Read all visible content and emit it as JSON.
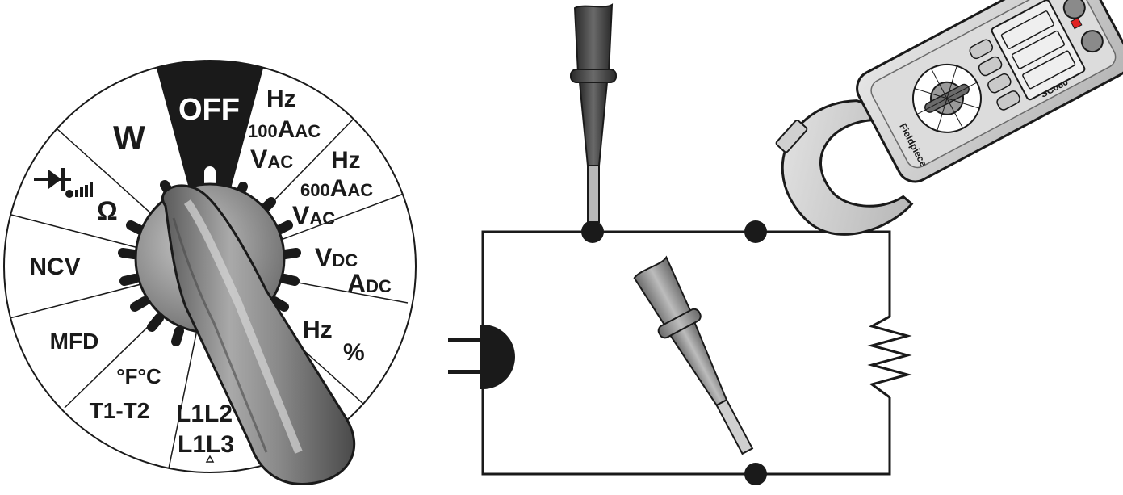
{
  "dial": {
    "off": "OFF",
    "w": "W",
    "hz_100aac_vac": {
      "line1": "Hz",
      "line2_num": "100",
      "line2_a": "A",
      "line2_sub": "AC",
      "line3_v": "V",
      "line3_sub": "AC"
    },
    "hz_600aac_vac": {
      "line1": "Hz",
      "line2_num": "600",
      "line2_a": "A",
      "line2_sub": "AC",
      "line3_v": "V",
      "line3_sub": "AC"
    },
    "diode_ohm": {
      "ohm": "Ω"
    },
    "vdc_adc": {
      "v": "V",
      "v_sub": "DC",
      "a": "A",
      "a_sub": "DC"
    },
    "ncv": "NCV",
    "hz_percent": {
      "hz": "Hz",
      "pct": "%"
    },
    "mfd": "MFD",
    "temp": {
      "line1": "°F°C",
      "line2": "T1-T2"
    },
    "l1l2_l1l3": {
      "line1": "L1L2",
      "line2": "L1L3"
    }
  },
  "meter": {
    "brand": "Fieldpiece",
    "model": "SC680"
  },
  "colors": {
    "ink": "#1a1a1a",
    "knob_dark": "#555555",
    "knob_light": "#a8a8a8",
    "probe_light": "#9a9a9a",
    "meter_red": "#e02020"
  }
}
